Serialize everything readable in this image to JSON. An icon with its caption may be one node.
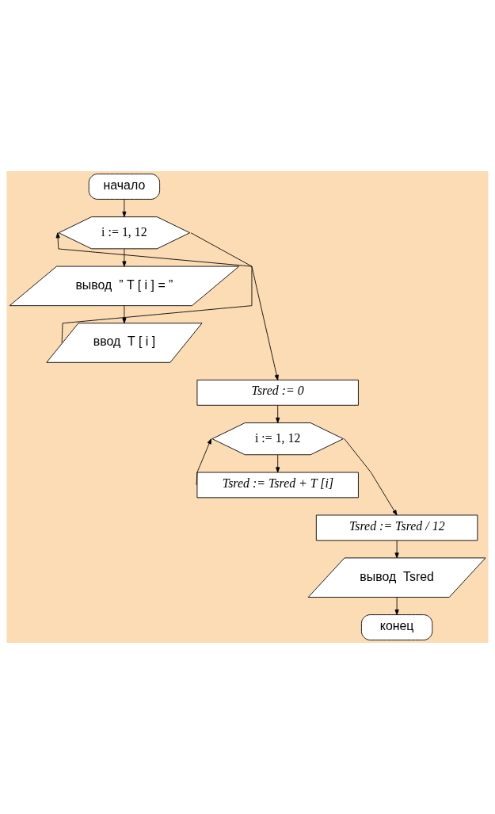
{
  "diagram": {
    "nodes": [
      {
        "text": [
          "начало"
        ]
      },
      {
        "text": [
          "i := 1, 12"
        ]
      },
      {
        "text": [
          "вывод  ” T [ i ] = ”"
        ]
      },
      {
        "text": [
          "ввод  T [ i ]"
        ]
      },
      {
        "text": [
          "Tsred := 0"
        ]
      },
      {
        "text": [
          "i := 1, 12"
        ]
      },
      {
        "text": [
          "Tsred := Tsred + T [i]"
        ]
      },
      {
        "text": [
          "Tsred := Tsred / 12"
        ]
      },
      {
        "text": [
          "вывод  Tsred"
        ]
      },
      {
        "text": [
          "конец"
        ]
      }
    ],
    "edges": [
      {
        "from": 0,
        "to": 1,
        "arrow": "to"
      },
      {
        "from": 1,
        "to": 2,
        "arrow": "to"
      },
      {
        "from": 2,
        "to": 3,
        "arrow": "to"
      },
      {
        "from": 3,
        "to": 1,
        "arrow": "to"
      },
      {
        "from": 1,
        "to": 4,
        "arrow": "to"
      },
      {
        "from": 4,
        "to": 5,
        "arrow": "to"
      },
      {
        "from": 5,
        "to": 6,
        "arrow": "to"
      },
      {
        "from": 6,
        "to": 5,
        "arrow": "to"
      },
      {
        "from": 5,
        "to": 7,
        "arrow": "to"
      },
      {
        "from": 7,
        "to": 8,
        "arrow": "to"
      },
      {
        "from": 8,
        "to": 9,
        "arrow": "to"
      }
    ]
  }
}
